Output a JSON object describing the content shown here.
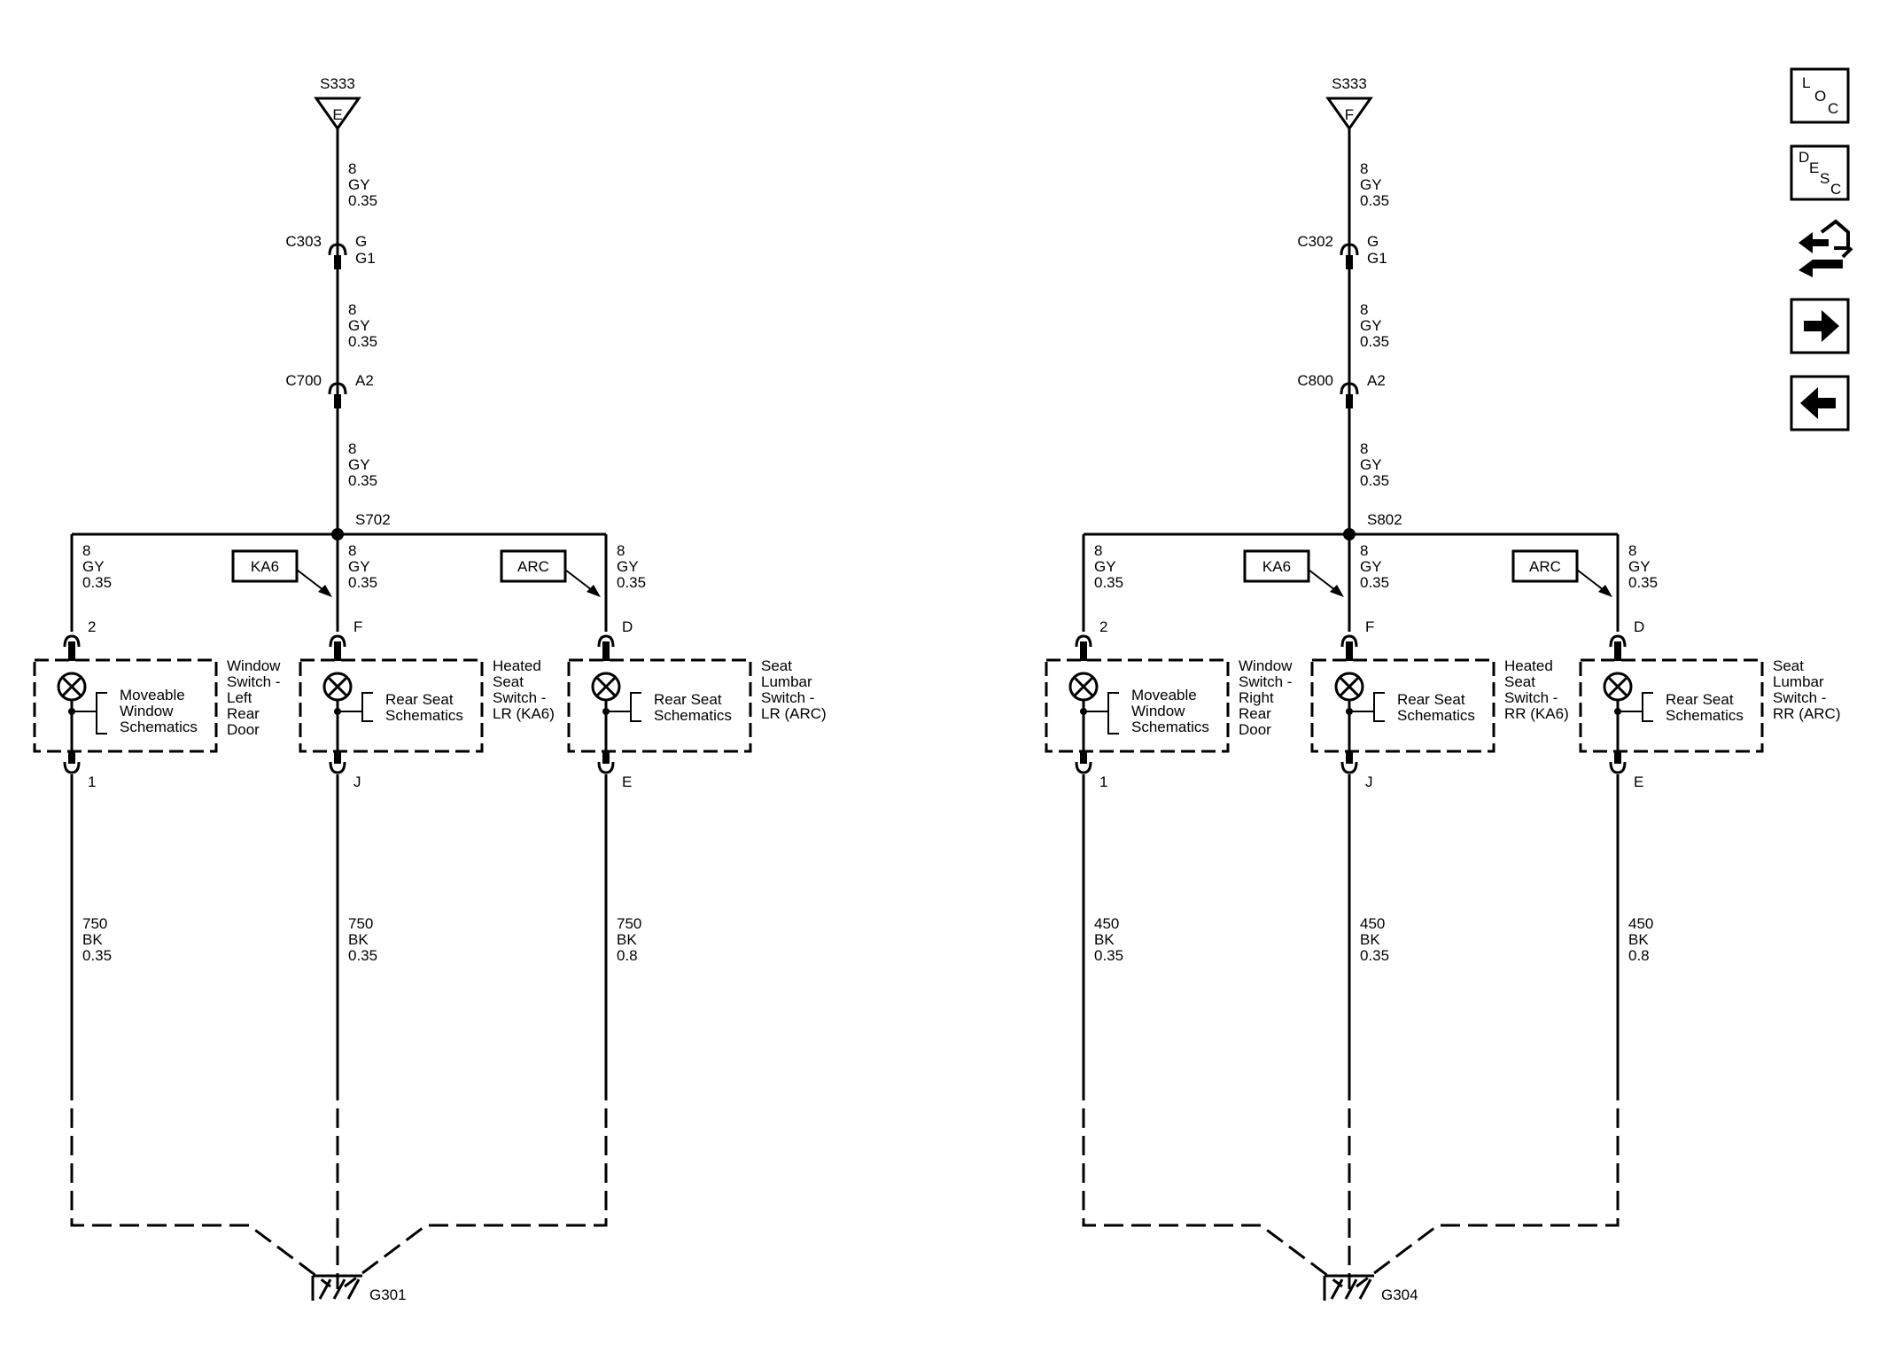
{
  "panels": [
    {
      "splice_top": "S333",
      "splice_letter": "E",
      "seg1": [
        "8",
        "GY",
        "0.35"
      ],
      "conn1_id": "C303",
      "conn1_pins": [
        "G",
        "G1"
      ],
      "seg2": [
        "8",
        "GY",
        "0.35"
      ],
      "conn2_id": "C700",
      "conn2_pin": "A2",
      "seg3": [
        "8",
        "GY",
        "0.35"
      ],
      "splice_mid": "S702",
      "branches": [
        {
          "wire": [
            "8",
            "GY",
            "0.35"
          ],
          "pin_top": "2",
          "box_text": [
            "Moveable",
            "Window",
            "Schematics"
          ],
          "side_label": [
            "Window",
            "Switch -",
            "Left",
            "Rear",
            "Door"
          ],
          "pin_bottom": "1",
          "ground_wire": [
            "750",
            "BK",
            "0.35"
          ]
        },
        {
          "option": "KA6",
          "wire": [
            "8",
            "GY",
            "0.35"
          ],
          "pin_top": "F",
          "box_text": [
            "Rear Seat",
            "Schematics"
          ],
          "side_label": [
            "Heated",
            "Seat",
            "Switch -",
            "LR (KA6)"
          ],
          "pin_bottom": "J",
          "ground_wire": [
            "750",
            "BK",
            "0.35"
          ]
        },
        {
          "option": "ARC",
          "wire": [
            "8",
            "GY",
            "0.35"
          ],
          "pin_top": "D",
          "box_text": [
            "Rear Seat",
            "Schematics"
          ],
          "side_label": [
            "Seat",
            "Lumbar",
            "Switch -",
            "LR (ARC)"
          ],
          "pin_bottom": "E",
          "ground_wire": [
            "750",
            "BK",
            "0.8"
          ]
        }
      ],
      "ground": "G301"
    },
    {
      "splice_top": "S333",
      "splice_letter": "F",
      "seg1": [
        "8",
        "GY",
        "0.35"
      ],
      "conn1_id": "C302",
      "conn1_pins": [
        "G",
        "G1"
      ],
      "seg2": [
        "8",
        "GY",
        "0.35"
      ],
      "conn2_id": "C800",
      "conn2_pin": "A2",
      "seg3": [
        "8",
        "GY",
        "0.35"
      ],
      "splice_mid": "S802",
      "branches": [
        {
          "wire": [
            "8",
            "GY",
            "0.35"
          ],
          "pin_top": "2",
          "box_text": [
            "Moveable",
            "Window",
            "Schematics"
          ],
          "side_label": [
            "Window",
            "Switch -",
            "Right",
            "Rear",
            "Door"
          ],
          "pin_bottom": "1",
          "ground_wire": [
            "450",
            "BK",
            "0.35"
          ]
        },
        {
          "option": "KA6",
          "wire": [
            "8",
            "GY",
            "0.35"
          ],
          "pin_top": "F",
          "box_text": [
            "Rear Seat",
            "Schematics"
          ],
          "side_label": [
            "Heated",
            "Seat",
            "Switch -",
            "RR (KA6)"
          ],
          "pin_bottom": "J",
          "ground_wire": [
            "450",
            "BK",
            "0.35"
          ]
        },
        {
          "option": "ARC",
          "wire": [
            "8",
            "GY",
            "0.35"
          ],
          "pin_top": "D",
          "box_text": [
            "Rear Seat",
            "Schematics"
          ],
          "side_label": [
            "Seat",
            "Lumbar",
            "Switch -",
            "RR (ARC)"
          ],
          "pin_bottom": "E",
          "ground_wire": [
            "450",
            "BK",
            "0.8"
          ]
        }
      ],
      "ground": "G304"
    }
  ],
  "nav": {
    "loc": [
      "L",
      "O",
      "C"
    ],
    "desc": [
      "D",
      "E",
      "S",
      "C"
    ],
    "items": [
      "loc-icon",
      "desc-icon",
      "connector-icon",
      "next-arrow-icon",
      "previous-arrow-icon"
    ]
  }
}
